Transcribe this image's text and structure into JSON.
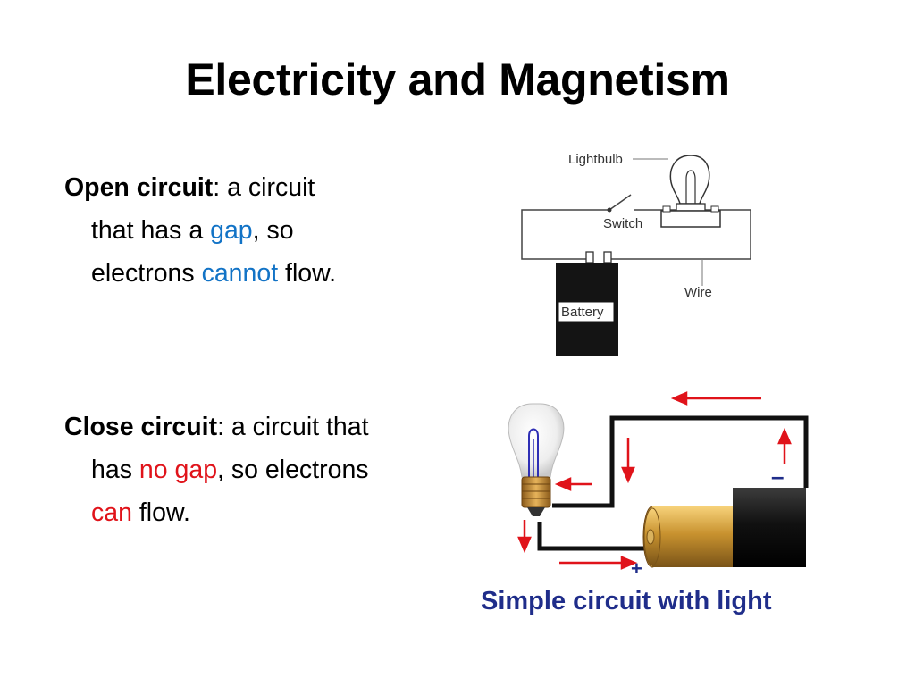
{
  "title": "Electricity and Magnetism",
  "open_circuit": {
    "term": "Open circuit",
    "sep": ":",
    "text_1": " a circuit",
    "text_2a": "that has a ",
    "highlight_1": "gap",
    "text_2b": ", so",
    "text_3a": "electrons ",
    "highlight_2": "cannot",
    "text_3b": " flow.",
    "highlight_color": "#1273c6"
  },
  "close_circuit": {
    "term": "Close circuit",
    "sep": ":",
    "text_1": " a circuit that",
    "text_2a": "has ",
    "highlight_1": "no gap",
    "text_2b": ", so electrons",
    "highlight_2": "can",
    "text_3b": " flow.",
    "highlight_color": "#e0131a"
  },
  "open_diagram": {
    "labels": {
      "lightbulb": "Lightbulb",
      "switch": "Switch",
      "battery": "Battery",
      "wire": "Wire"
    }
  },
  "closed_diagram": {
    "caption": "Simple circuit with light",
    "minus": "–",
    "plus": "+",
    "arrow_color": "#e0131a"
  }
}
